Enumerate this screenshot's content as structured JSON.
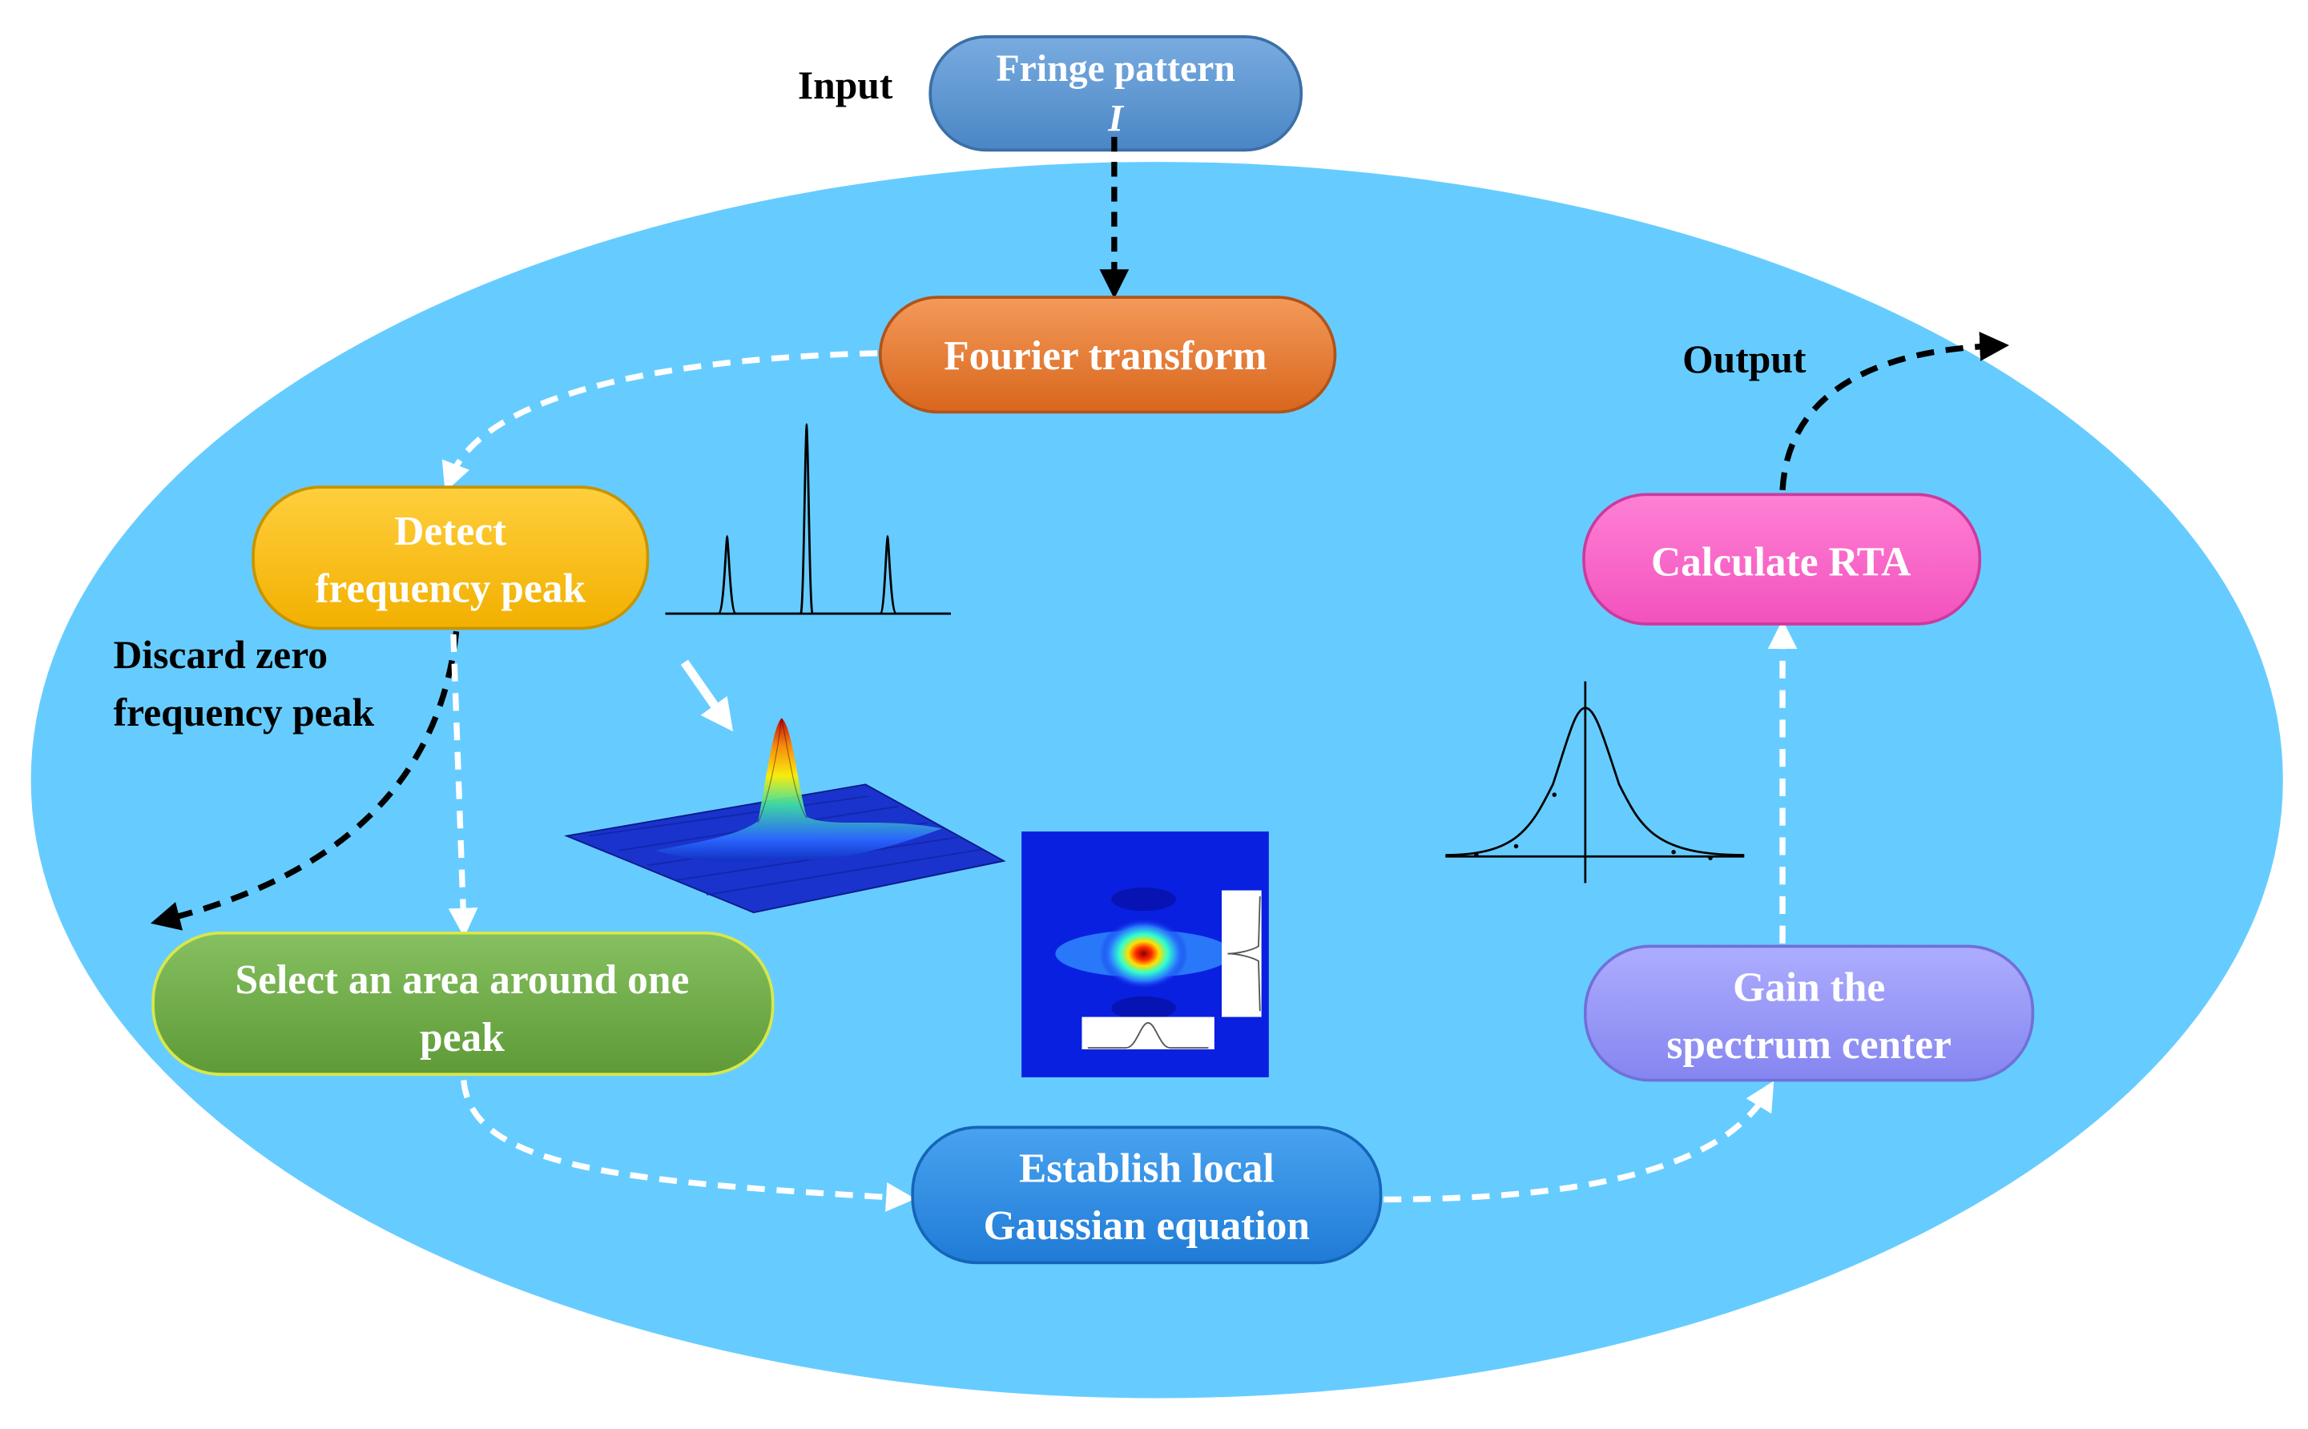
{
  "labels": {
    "input": "Input",
    "output": "Output",
    "discard_line1": "Discard zero",
    "discard_line2": "frequency peak"
  },
  "nodes": {
    "fringe": {
      "line1": "Fringe pattern",
      "line2": "I",
      "color": "#5b9bd5"
    },
    "fourier": {
      "line1": "Fourier transform",
      "color": "#ed7d31"
    },
    "detect": {
      "line1": "Detect",
      "line2": "frequency peak",
      "color": "#ffc000"
    },
    "select": {
      "line1": "Select an area around one",
      "line2": "peak",
      "color": "#70ad47"
    },
    "gaussian": {
      "line1": "Establish local",
      "line2": "Gaussian equation",
      "color": "#2f8fe8"
    },
    "gain": {
      "line1": "Gain the",
      "line2": "spectrum center",
      "color": "#9999ff"
    },
    "rta": {
      "line1": "Calculate RTA",
      "color": "#ff66cc"
    }
  },
  "colors": {
    "ellipse": "#66ccff",
    "dashed_white": "#ffffff",
    "dashed_black": "#000000"
  }
}
